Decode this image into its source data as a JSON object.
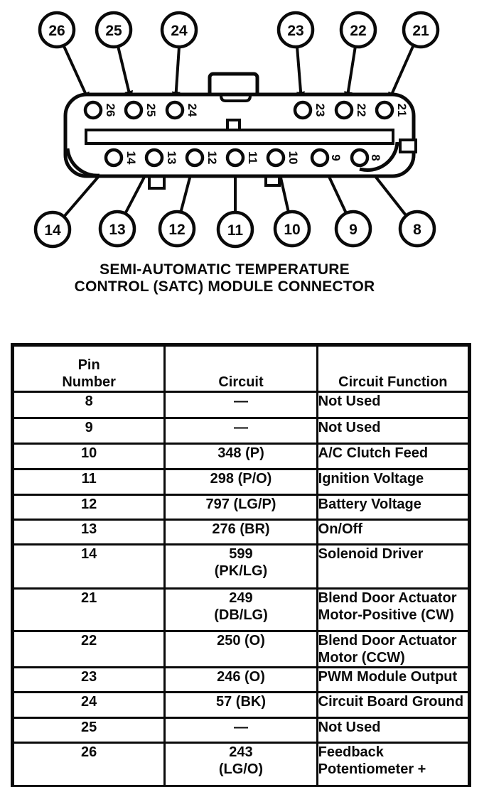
{
  "diagram": {
    "title_line1": "SEMI-AUTOMATIC TEMPERATURE",
    "title_line2": "CONTROL (SATC) MODULE CONNECTOR",
    "pins_top": [
      "26",
      "25",
      "24",
      "23",
      "22",
      "21"
    ],
    "pins_bottom": [
      "14",
      "13",
      "12",
      "11",
      "10",
      "9",
      "8"
    ],
    "ink_color": "#0a0a0a",
    "background_color": "#ffffff"
  },
  "table": {
    "headers": {
      "pin": "Pin\nNumber",
      "circuit": "Circuit",
      "function": "Circuit Function"
    },
    "rows": [
      {
        "pin": "8",
        "circuit": "—",
        "function": "Not Used"
      },
      {
        "pin": "9",
        "circuit": "—",
        "function": "Not Used"
      },
      {
        "pin": "10",
        "circuit": "348 (P)",
        "function": "A/C Clutch Feed"
      },
      {
        "pin": "11",
        "circuit": "298 (P/O)",
        "function": "Ignition Voltage"
      },
      {
        "pin": "12",
        "circuit": "797 (LG/P)",
        "function": "Battery Voltage"
      },
      {
        "pin": "13",
        "circuit": "276 (BR)",
        "function": "On/Off"
      },
      {
        "pin": "14",
        "circuit": "599\n(PK/LG)",
        "function": "Solenoid Driver"
      },
      {
        "pin": "21",
        "circuit": "249\n(DB/LG)",
        "function": "Blend Door Actuator\nMotor-Positive (CW)"
      },
      {
        "pin": "22",
        "circuit": "250 (O)",
        "function": "Blend Door Actuator Motor (CCW)"
      },
      {
        "pin": "23",
        "circuit": "246 (O)",
        "function": "PWM Module Output"
      },
      {
        "pin": "24",
        "circuit": "57 (BK)",
        "function": "Circuit Board Ground"
      },
      {
        "pin": "25",
        "circuit": "—",
        "function": "Not Used"
      },
      {
        "pin": "26",
        "circuit": "243\n(LG/O)",
        "function": "Feedback Potentiometer +"
      }
    ]
  }
}
